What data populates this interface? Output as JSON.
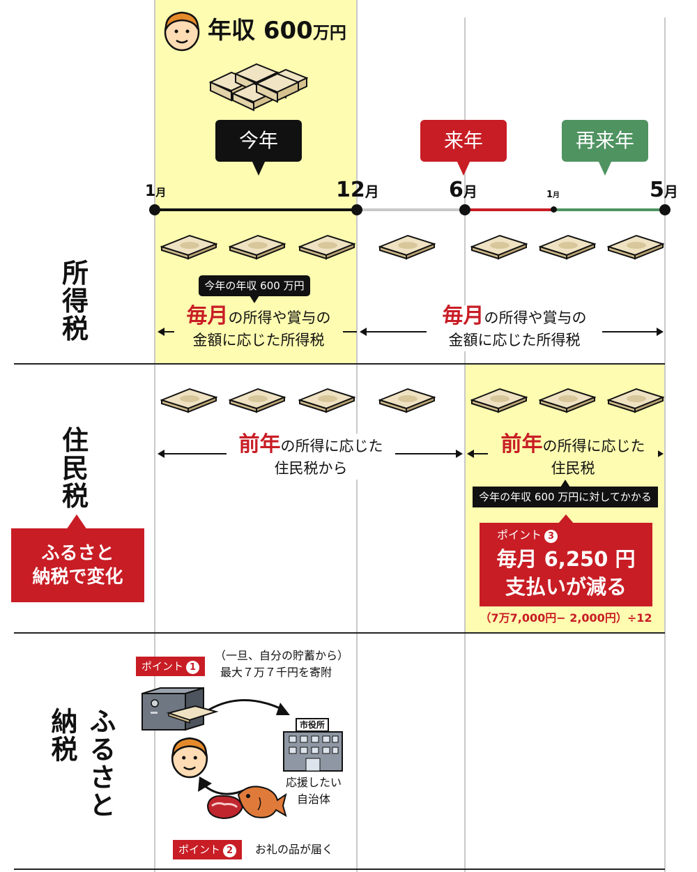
{
  "header": {
    "income_label": "年収",
    "income_value": "600",
    "income_unit": "万円"
  },
  "periods": {
    "this_year": "今年",
    "next_year": "来年",
    "year_after": "再来年"
  },
  "months": {
    "m1": "1",
    "m12": "12",
    "m6": "6",
    "m1_small": "1",
    "m5": "5",
    "unit": "月"
  },
  "rows": {
    "income_tax": "所得税",
    "resident_tax": "住民税",
    "furusato": "ふるさと納税"
  },
  "income_tax": {
    "pill": "今年の年収 600 万円",
    "left_em": "毎月",
    "left_rest1": "の所得や賞与の",
    "left_line2": "金額に応じた所得税",
    "right_em": "毎月",
    "right_rest1": "の所得や賞与の",
    "right_line2": "金額に応じた所得税"
  },
  "resident_tax": {
    "left_em": "前年",
    "left_rest1": "の所得に応じた",
    "left_line2": "住民税から",
    "right_em": "前年",
    "right_rest1": "の所得に応じた",
    "right_line2": "住民税",
    "pill": "今年の年収 600 万円に対してかかる",
    "point_label": "ポイント",
    "point_num": "3",
    "point_line1": "毎月 6,250 円",
    "point_line2": "支払いが減る",
    "formula": "（7万7,000円− 2,000円）÷12",
    "change_line1": "ふるさと",
    "change_line2": "納税で変化"
  },
  "furusato": {
    "point1_label": "ポイント",
    "point1_num": "1",
    "point1_note1": "（一旦、自分の貯蓄から）",
    "point1_note2": "最大７万７千円を寄附",
    "city_hall": "市役所",
    "support_line1": "応援したい",
    "support_line2": "自治体",
    "point2_label": "ポイント",
    "point2_num": "2",
    "point2_note": "お礼の品が届く"
  },
  "colors": {
    "highlight": "#fdfcb0",
    "red": "#c81d25",
    "green": "#4f9361",
    "black": "#111111"
  }
}
